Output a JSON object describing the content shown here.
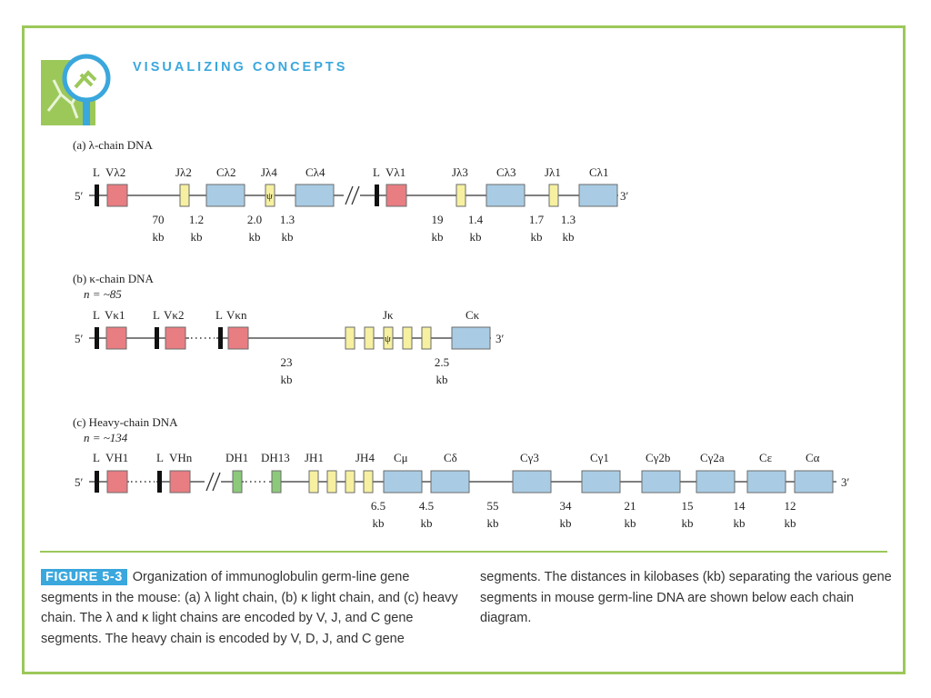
{
  "header": {
    "title": "VISUALIZING CONCEPTS"
  },
  "colors": {
    "frame": "#9cc85a",
    "accent": "#3aa7dd",
    "v_segment": "#e87d82",
    "j_segment": "#f6f0a0",
    "c_segment": "#a9cce4",
    "d_segment": "#8cc97a"
  },
  "panel_a": {
    "title": "(a) λ-chain DNA",
    "end5": "5′",
    "end3": "3′",
    "labels": [
      "L",
      "Vλ2",
      "Jλ2",
      "Cλ2",
      "Jλ4",
      "Cλ4",
      "L",
      "Vλ1",
      "Jλ3",
      "Cλ3",
      "Jλ1",
      "Cλ1"
    ],
    "distances": [
      "70",
      "1.2",
      "2.0",
      "1.3",
      "19",
      "1.4",
      "1.7",
      "1.3"
    ],
    "pseudogene_mark": "ψ"
  },
  "panel_b": {
    "title": "(b) κ-chain DNA",
    "count": "n = ~85",
    "end5": "5′",
    "end3": "3′",
    "labels": [
      "L",
      "Vκ1",
      "L",
      "Vκ2",
      "L",
      "Vκn",
      "Jκ",
      "Cκ"
    ],
    "distances": [
      "23",
      "2.5"
    ],
    "pseudogene_mark": "ψ"
  },
  "panel_c": {
    "title": "(c) Heavy-chain DNA",
    "count": "n = ~134",
    "end5": "5′",
    "end3": "3′",
    "labels": [
      "L",
      "VH1",
      "L",
      "VHn",
      "DH1",
      "DH13",
      "JH1",
      "JH4",
      "Cμ",
      "Cδ",
      "Cγ3",
      "Cγ1",
      "Cγ2b",
      "Cγ2a",
      "Cε",
      "Cα"
    ],
    "distances": [
      "6.5",
      "4.5",
      "55",
      "34",
      "21",
      "15",
      "14",
      "12"
    ]
  },
  "unit": "kb",
  "caption": {
    "figure_label": "FIGURE 5-3",
    "left_text": "Organization of immunoglobulin germ-line gene segments in the mouse: (a) λ light chain, (b) κ light chain, and (c) heavy chain. The λ and κ light chains are encoded by V, J, and C gene segments. The heavy chain is encoded by V, D, J, and C gene",
    "right_text": "segments. The distances in kilobases (kb) separating the various gene segments in mouse germ-line DNA are shown below each chain diagram."
  }
}
